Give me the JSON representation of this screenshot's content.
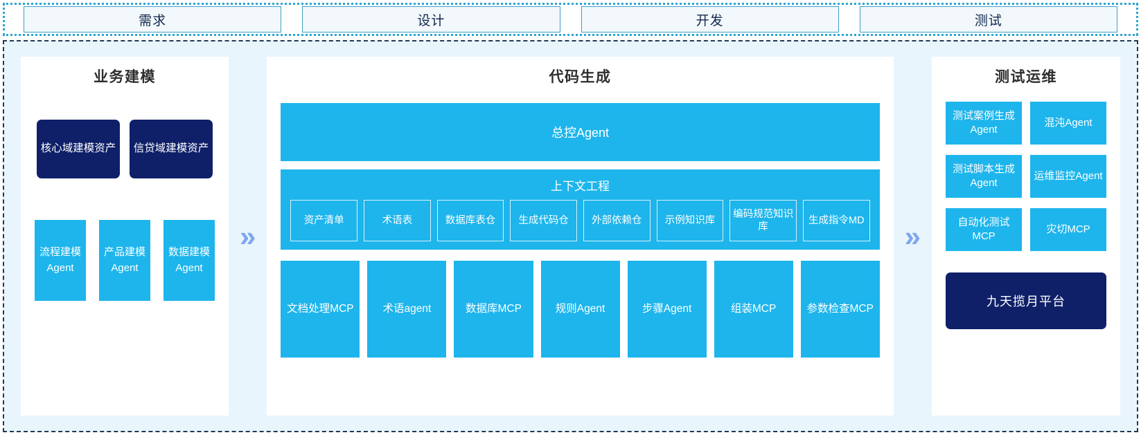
{
  "stage_bar": {
    "stages": [
      {
        "label": "需求"
      },
      {
        "label": "设计"
      },
      {
        "label": "开发"
      },
      {
        "label": "测试"
      }
    ]
  },
  "arrows": {
    "glyph": "»",
    "color": "#7ea6f0"
  },
  "colors": {
    "accent_blue": "#1db5ec",
    "navy": "#0f2069",
    "panel_bg": "#ffffff",
    "area_bg": "#e8f5fd",
    "stage_border": "#3f9fc4",
    "title_text": "#2e2e2e"
  },
  "panels": {
    "left": {
      "title": "业务建模",
      "assets": [
        {
          "label": "核心域建模资产"
        },
        {
          "label": "信贷域建模资产"
        }
      ],
      "agents": [
        {
          "label": "流程建模Agent"
        },
        {
          "label": "产品建模Agent"
        },
        {
          "label": "数据建模Agent"
        }
      ]
    },
    "middle": {
      "title": "代码生成",
      "control_agent": {
        "label": "总控Agent"
      },
      "context": {
        "title": "上下文工程",
        "items": [
          {
            "label": "资产清单"
          },
          {
            "label": "术语表"
          },
          {
            "label": "数据库表仓"
          },
          {
            "label": "生成代码仓"
          },
          {
            "label": "外部依赖仓"
          },
          {
            "label": "示例知识库"
          },
          {
            "label": "编码规范知识库"
          },
          {
            "label": "生成指令MD"
          }
        ]
      },
      "mcps": [
        {
          "label": "文档处理MCP"
        },
        {
          "label": "术语agent"
        },
        {
          "label": "数据库MCP"
        },
        {
          "label": "规则Agent"
        },
        {
          "label": "步骤Agent"
        },
        {
          "label": "组装MCP"
        },
        {
          "label": "参数检查MCP"
        }
      ]
    },
    "right": {
      "title": "测试运维",
      "cards": [
        {
          "label": "测试案例生成Agent"
        },
        {
          "label": "混沌Agent"
        },
        {
          "label": "测试脚本生成Agent"
        },
        {
          "label": "运维监控Agent"
        },
        {
          "label": "自动化测试MCP"
        },
        {
          "label": "灾切MCP"
        }
      ],
      "platform": {
        "label": "九天揽月平台"
      }
    }
  }
}
